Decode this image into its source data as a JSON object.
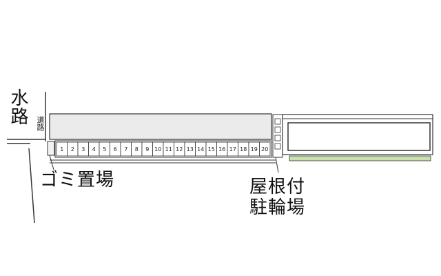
{
  "labels": {
    "waterway": "水路",
    "road": "道路",
    "garbage": "ゴミ置場",
    "bicycle_line1": "屋根付",
    "bicycle_line2": "駐輪場"
  },
  "parking_slots": [
    "1",
    "2",
    "3",
    "4",
    "5",
    "6",
    "7",
    "8",
    "9",
    "10",
    "11",
    "12",
    "13",
    "14",
    "15",
    "16",
    "17",
    "18",
    "19",
    "20"
  ],
  "colors": {
    "line": "#333333",
    "building_fill": "#ebebeb",
    "green_strip": "#c8e0b0"
  }
}
